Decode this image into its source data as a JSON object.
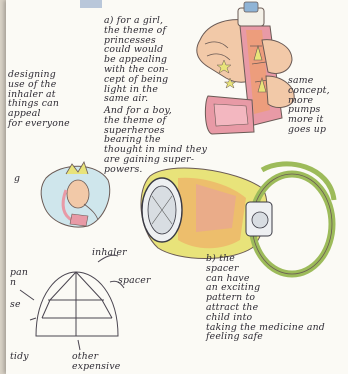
{
  "notes": {
    "girl_text": "a) for a girl,\nthe theme of\nprincesses\ncould would\nbe appealing\nwith the con-\ncept of being\nlight in the\nsame air.",
    "boy_text": "And for a boy,\nthe theme of\nsuperheroes\nbearing the\nthought in mind they\nare gaining super-\npowers.",
    "left_text": "designing\nuse of the\ninhaler at\nthings can\nappeal\nfor everyone",
    "right_text": "same\nconcept,\nmore\npumps\nmore it\ngoes up",
    "spacer_text": "b) the\nspacer\ncan have\nan exciting\npattern to\nattract the\nchild into\ntaking the medicine and\nfeeling safe",
    "inhaler_label": "inhaler",
    "spacer_label": "spacer",
    "left_g": "g",
    "left_pan": "pan\nn",
    "left_se": "se",
    "left_tidy": "tidy",
    "other_label": "other\nexpensive"
  },
  "palette": {
    "paper": "#fbfaf5",
    "pink": "#e89aa6",
    "yellow": "#e8e37a",
    "orange": "#f0a060",
    "skin": "#f2c9a8",
    "green": "#9dbb5a",
    "blue": "#8fb4d6",
    "ink": "#2d2a33"
  }
}
